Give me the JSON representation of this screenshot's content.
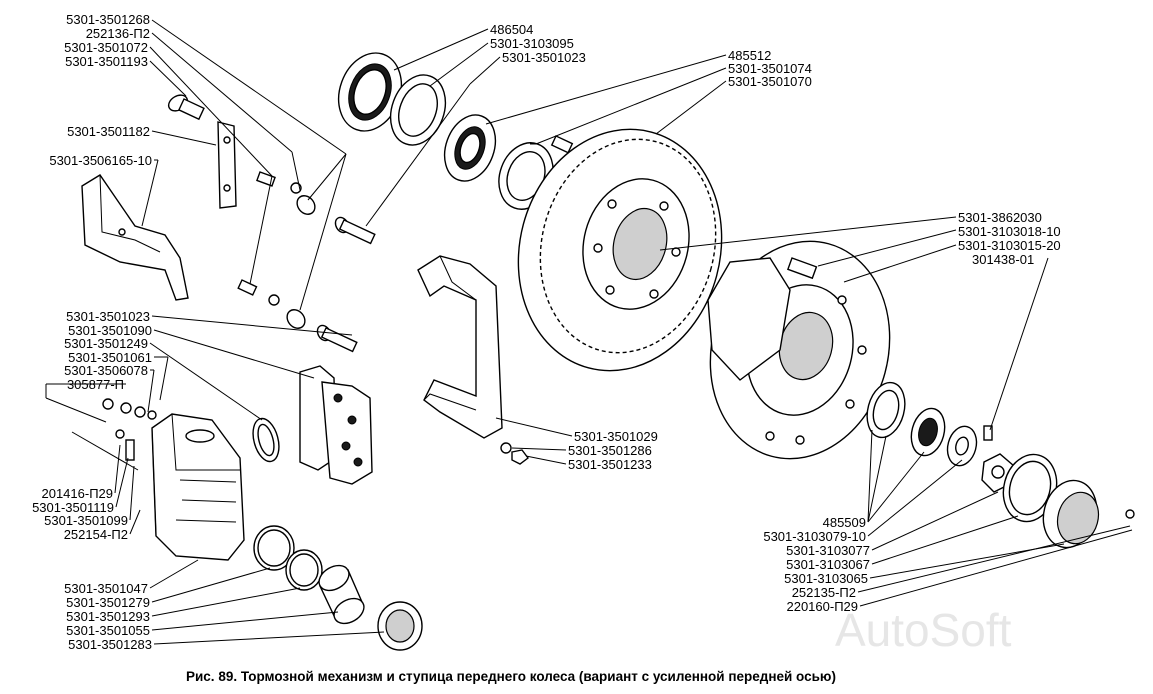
{
  "diagram": {
    "caption": "Рис. 89. Тормозной механизм и ступица переднего колеса (вариант с усиленной передней осью)",
    "watermark": "AutoSoft",
    "labels": [
      "5301-3501268",
      "252136-П2",
      "5301-3501072",
      "5301-3501193",
      "5301-3501182",
      "5301-3506165-10",
      "5301-3501023",
      "5301-3501090",
      "5301-3501249",
      "5301-3501061",
      "5301-3506078",
      "305877-П",
      "201416-П29",
      "5301-3501119",
      "5301-3501099",
      "252154-П2",
      "5301-3501047",
      "5301-3501279",
      "5301-3501293",
      "5301-3501055",
      "5301-3501283",
      "486504",
      "5301-3103095",
      "5301-3501023",
      "485512",
      "5301-3501074",
      "5301-3501070",
      "5301-3501029",
      "5301-3501286",
      "5301-3501233",
      "5301-3862030",
      "5301-3103018-10",
      "5301-3103015-20",
      "301438-01",
      "485509",
      "5301-3103079-10",
      "5301-3103077",
      "5301-3103067",
      "5301-3103065",
      "252135-П2",
      "220160-П29"
    ]
  }
}
